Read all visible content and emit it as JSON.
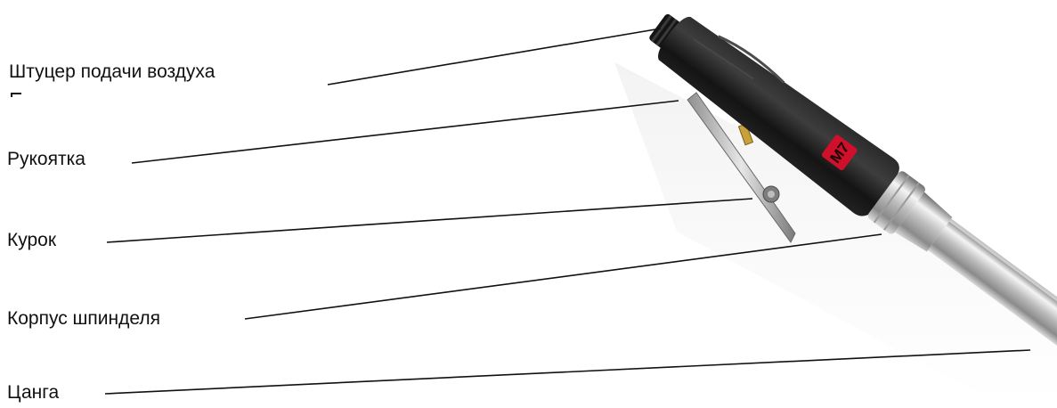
{
  "diagram": {
    "callouts": [
      {
        "id": "air-inlet",
        "label": "Штуцер подачи воздуха"
      },
      {
        "id": "handle",
        "label": "Рукоятка"
      },
      {
        "id": "trigger",
        "label": "Курок"
      },
      {
        "id": "spindle-housing",
        "label": "Корпус шпинделя"
      },
      {
        "id": "collet",
        "label": "Цанга"
      }
    ],
    "logo_text": "M7",
    "colors": {
      "body": "#1a1a1a",
      "logo_badge": "#d0102a",
      "metal": "#c8c8c8",
      "leader": "#111111",
      "text": "#111111"
    }
  }
}
